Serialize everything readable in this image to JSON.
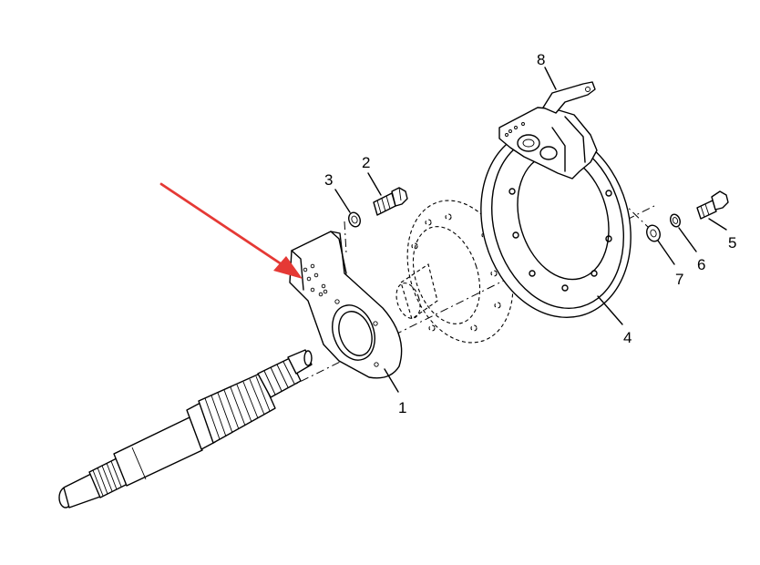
{
  "callouts": [
    {
      "id": "1",
      "text": "1"
    },
    {
      "id": "2",
      "text": "2"
    },
    {
      "id": "3",
      "text": "3"
    },
    {
      "id": "4",
      "text": "4"
    },
    {
      "id": "5",
      "text": "5"
    },
    {
      "id": "6",
      "text": "6"
    },
    {
      "id": "7",
      "text": "7"
    },
    {
      "id": "8",
      "text": "8"
    }
  ],
  "colors": {
    "line": "#000000",
    "background": "#ffffff",
    "arrow": "#e53935"
  },
  "pointer_arrow": {
    "color": "#e53935",
    "points_to": "1"
  }
}
